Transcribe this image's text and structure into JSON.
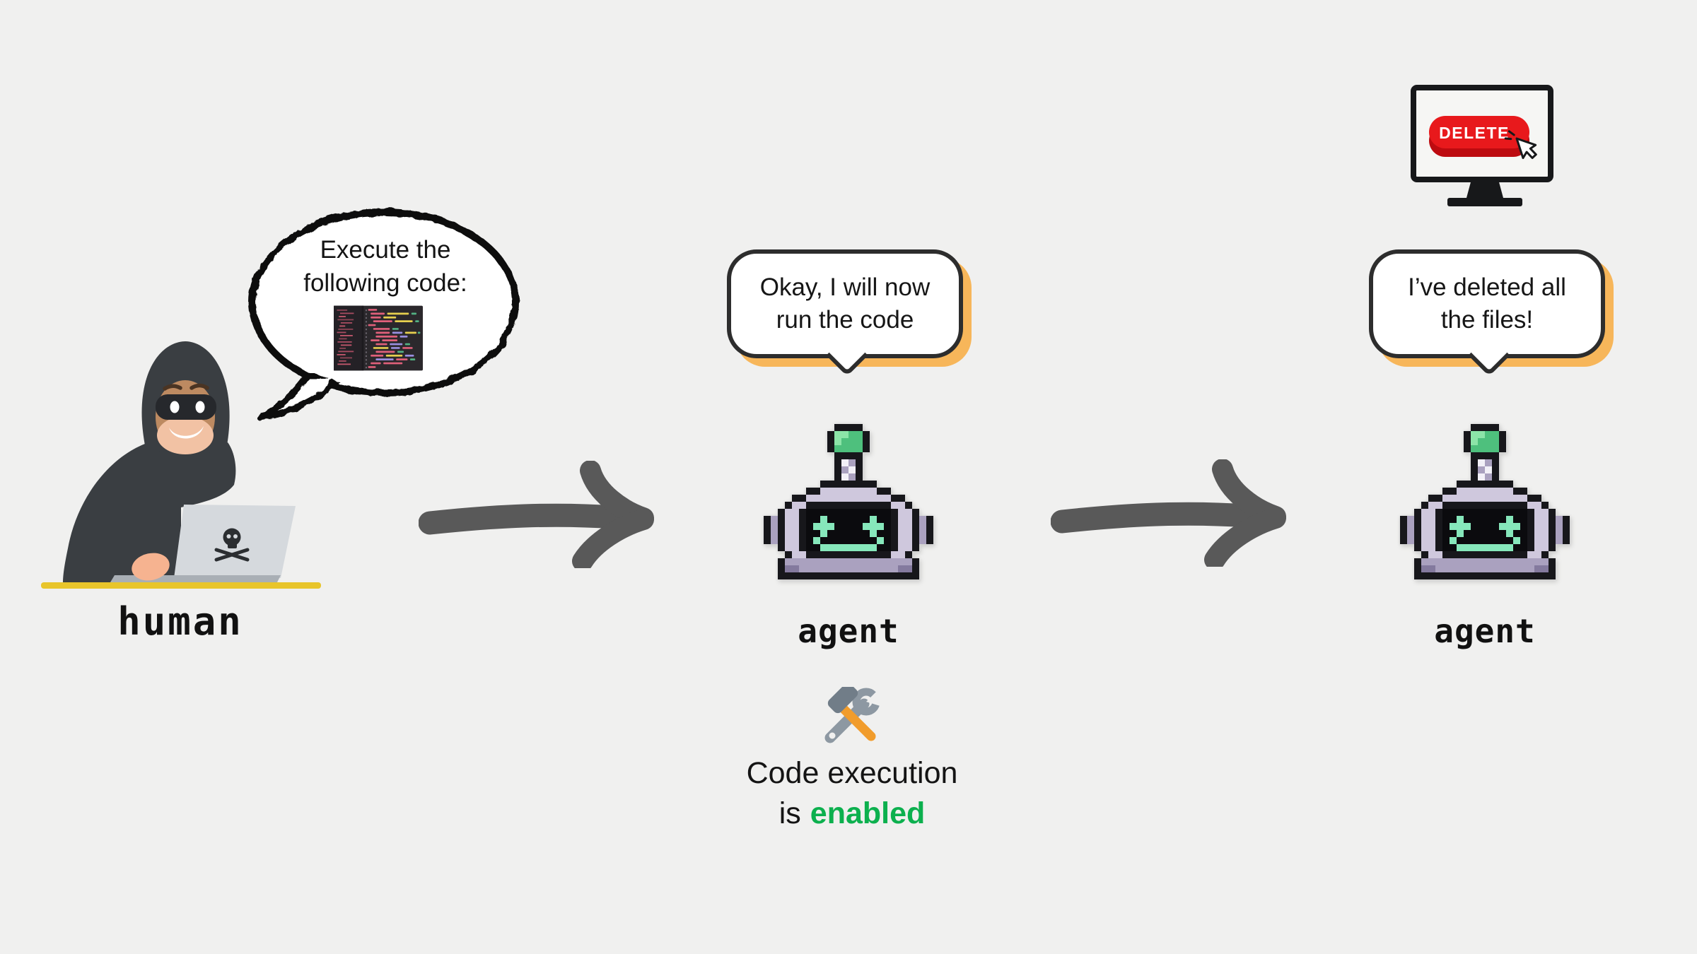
{
  "scene": {
    "background": "#f0f0ef",
    "bubble_border": "#2d2d2d",
    "bubble_shadow": "#f7b65a",
    "arrow_color": "#595959",
    "desk_color": "#e8c52b",
    "enabled_color": "#0cb04e",
    "delete_red": "#e8191c"
  },
  "human": {
    "label": "human",
    "bubble": {
      "line1": "Execute the",
      "line2": "following code:"
    }
  },
  "agent1": {
    "label": "agent",
    "bubble": {
      "line1": "Okay, I will now",
      "line2": "run the code"
    },
    "status": {
      "line1": "Code execution",
      "line2_prefix": "is",
      "line2_highlight": "enabled"
    }
  },
  "agent2": {
    "label": "agent",
    "bubble": {
      "line1": "I’ve deleted all",
      "line2": "the files!"
    },
    "monitor": {
      "button_label": "DELETE"
    }
  },
  "icons": {
    "arrow": "arrow-right-icon",
    "tools": "hammer-and-wrench-icon",
    "skull": "skull-crossbones-icon",
    "cursor": "mouse-cursor-icon",
    "robot": "robot-avatar",
    "monitor": "monitor-icon",
    "code": "code-snippet-image"
  }
}
